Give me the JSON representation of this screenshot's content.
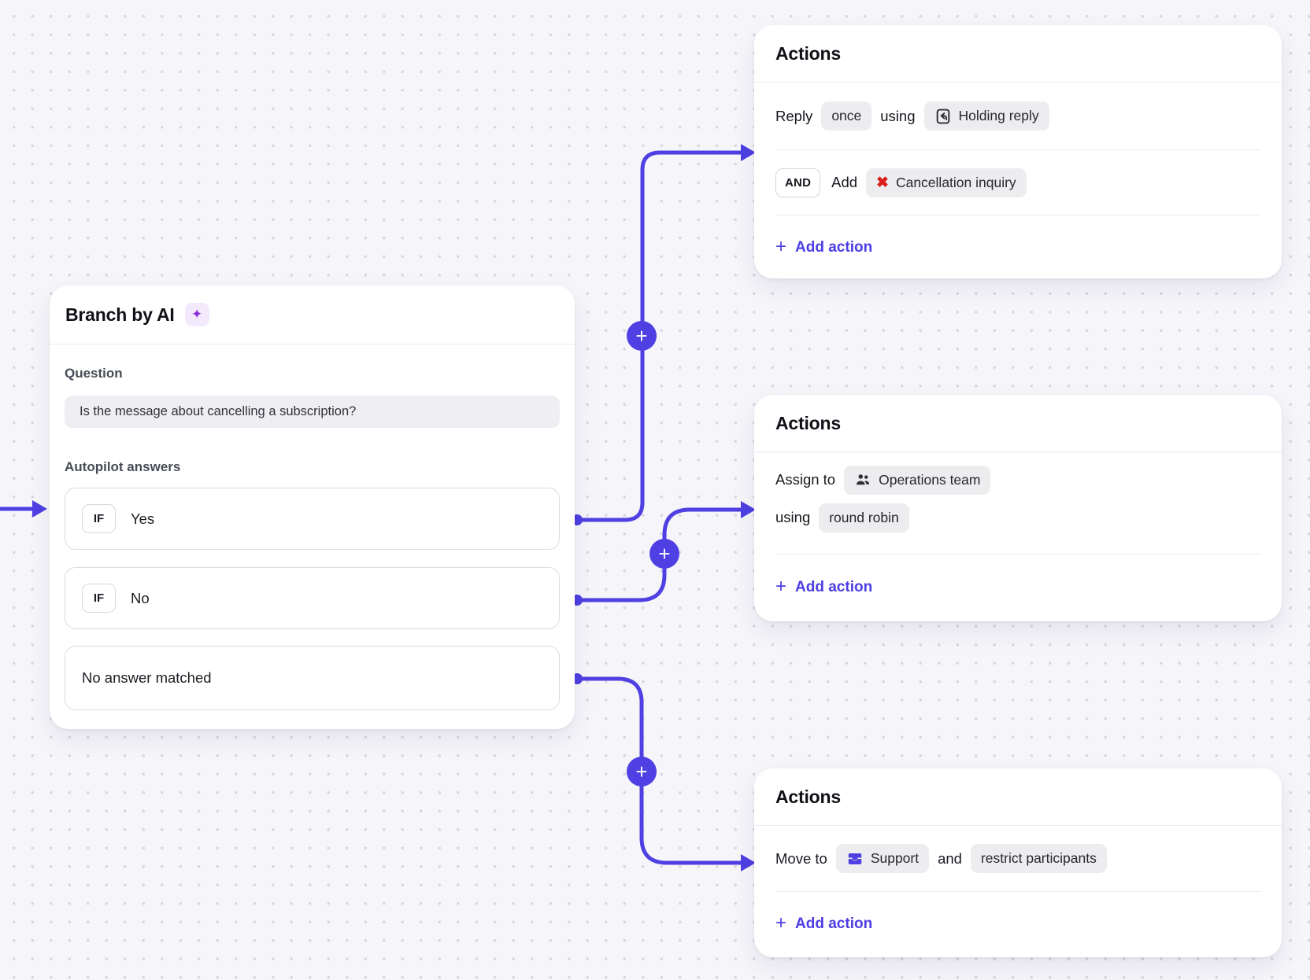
{
  "colors": {
    "accent_indigo": "#4e40e2",
    "add_action_link": "#4b3ee3",
    "canvas_bg": "#f6f5fa",
    "dot_grid": "#d8d7df",
    "chip_bg": "#ededf0",
    "danger_red": "#dc1d1d",
    "sparkle_purple": "#8b2ed8",
    "sparkle_bg": "#f3e9fd"
  },
  "icons": {
    "sparkle": "✦",
    "cancel_x": "✖",
    "plus": "+",
    "holding_reply": "saved-reply-document",
    "team": "people-group",
    "inbox": "inbox-tray"
  },
  "branch_card": {
    "title": "Branch by AI",
    "question_label": "Question",
    "question_value": "Is the message about cancelling a subscription?",
    "answers_label": "Autopilot answers",
    "answers": [
      {
        "prefix": "IF",
        "label": "Yes"
      },
      {
        "prefix": "IF",
        "label": "No"
      },
      {
        "label": "No answer matched"
      }
    ]
  },
  "action_card_reply": {
    "title": "Actions",
    "reply_text": "Reply",
    "once_chip": "once",
    "using_text": "using",
    "template_chip": "Holding reply",
    "and_badge": "AND",
    "add_text": "Add",
    "tag_chip": "Cancellation inquiry",
    "add_action": "Add action"
  },
  "action_card_assign": {
    "title": "Actions",
    "assign_text": "Assign to",
    "team_chip": "Operations team",
    "using_text": "using",
    "method_chip": "round robin",
    "add_action": "Add action"
  },
  "action_card_move": {
    "title": "Actions",
    "move_text": "Move to",
    "inbox_chip": "Support",
    "and_text": "and",
    "restrict_chip": "restrict participants",
    "add_action": "Add action"
  }
}
